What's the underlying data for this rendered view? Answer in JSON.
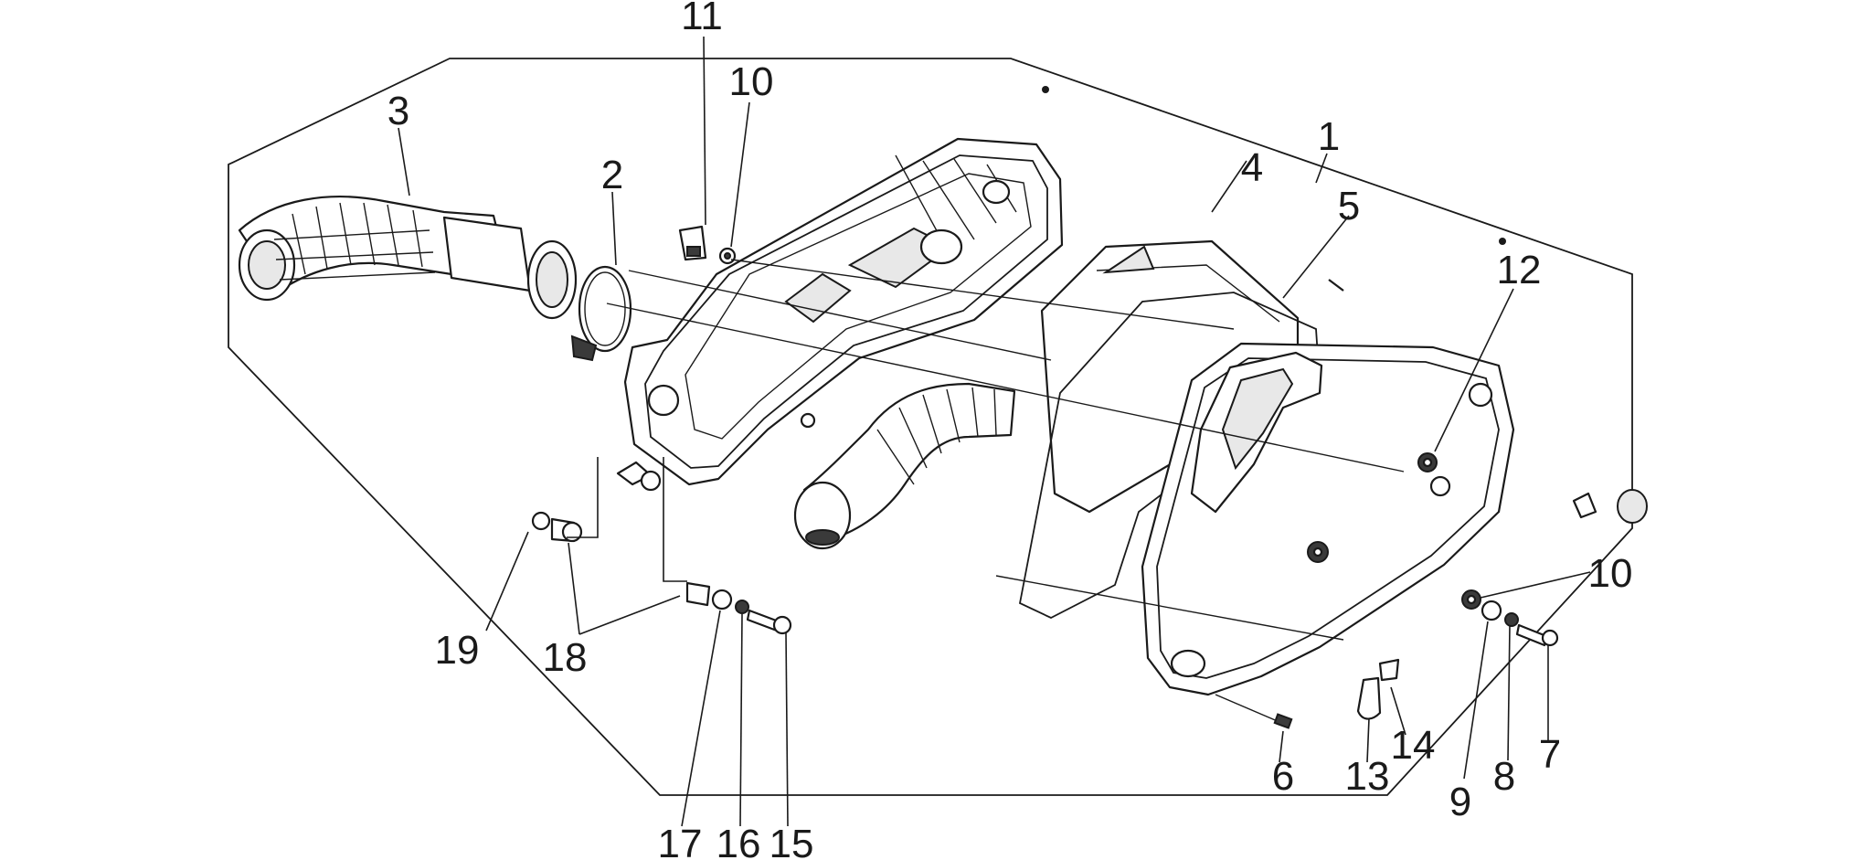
{
  "diagram": {
    "callouts": [
      "1",
      "2",
      "3",
      "4",
      "5",
      "6",
      "7",
      "8",
      "9",
      "10",
      "10",
      "11",
      "12",
      "13",
      "14",
      "15",
      "16",
      "17",
      "18",
      "19"
    ]
  }
}
